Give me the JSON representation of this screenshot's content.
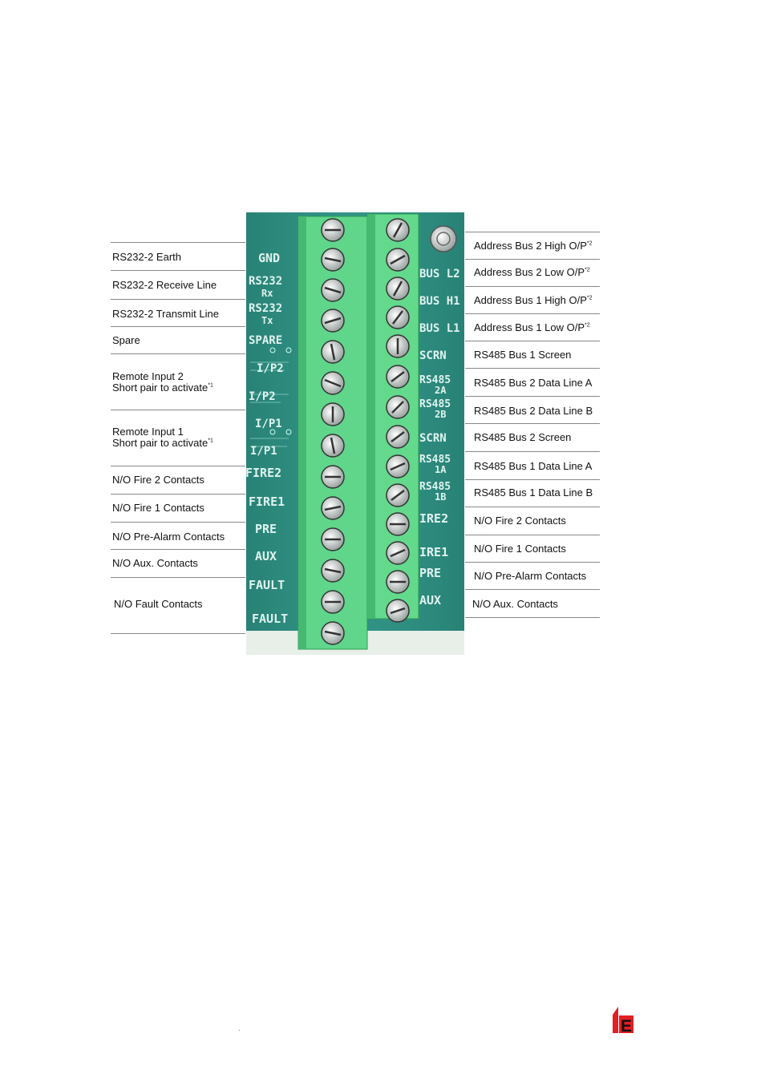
{
  "left_labels": [
    {
      "text": "RS232-2 Earth"
    },
    {
      "text": "RS232-2 Receive Line"
    },
    {
      "text": "RS232-2 Transmit Line"
    },
    {
      "text": "Spare"
    },
    {
      "text": "Remote Input 2",
      "text2": "Short pair to activate",
      "note": "*1"
    },
    {
      "text": "Remote Input 1",
      "text2": "Short pair to activate",
      "note": "*1"
    },
    {
      "text": "N/O Fire 2 Contacts"
    },
    {
      "text": "N/O Fire 1 Contacts"
    },
    {
      "text": "N/O Pre-Alarm Contacts"
    },
    {
      "text": "N/O Aux. Contacts"
    },
    {
      "text": "N/O Fault Contacts"
    }
  ],
  "right_labels": [
    {
      "text": "Address Bus 2 High O/P",
      "note": "*2"
    },
    {
      "text": "Address Bus 2 Low O/P",
      "note": "*2"
    },
    {
      "text": "Address Bus 1 High O/P",
      "note": "*2"
    },
    {
      "text": "Address Bus 1 Low O/P",
      "note": "*2"
    },
    {
      "text": "RS485 Bus 1 Screen"
    },
    {
      "text": "RS485 Bus 2 Data Line A"
    },
    {
      "text": "RS485 Bus 2 Data Line B"
    },
    {
      "text": "RS485 Bus 2 Screen"
    },
    {
      "text": "RS485 Bus 1 Data Line A"
    },
    {
      "text": "RS485 Bus 1 Data Line B"
    },
    {
      "text": "N/O Fire 2 Contacts"
    },
    {
      "text": "N/O Fire 1 Contacts"
    },
    {
      "text": "N/O Pre-Alarm Contacts"
    },
    {
      "text": "N/O Aux. Contacts"
    }
  ],
  "board_left": [
    "GND",
    "RS232",
    "Rx",
    "RS232",
    "Tx",
    "SPARE",
    "I/P2",
    "I/P2",
    "I/P1",
    "I/P1",
    "FIRE2",
    "FIRE1",
    "PRE",
    "AUX",
    "FAULT",
    "FAULT"
  ],
  "board_right": [
    "BUS L2",
    "BUS H1",
    "BUS L1",
    "SCRN",
    "RS485",
    "2A",
    "RS485",
    "2B",
    "SCRN",
    "RS485",
    "1A",
    "RS485",
    "1B",
    "IRE2",
    "IRE1",
    "PRE",
    "AUX"
  ],
  "logo": {
    "letter": "E",
    "color": "#e31e24"
  },
  "footer_mark": "."
}
